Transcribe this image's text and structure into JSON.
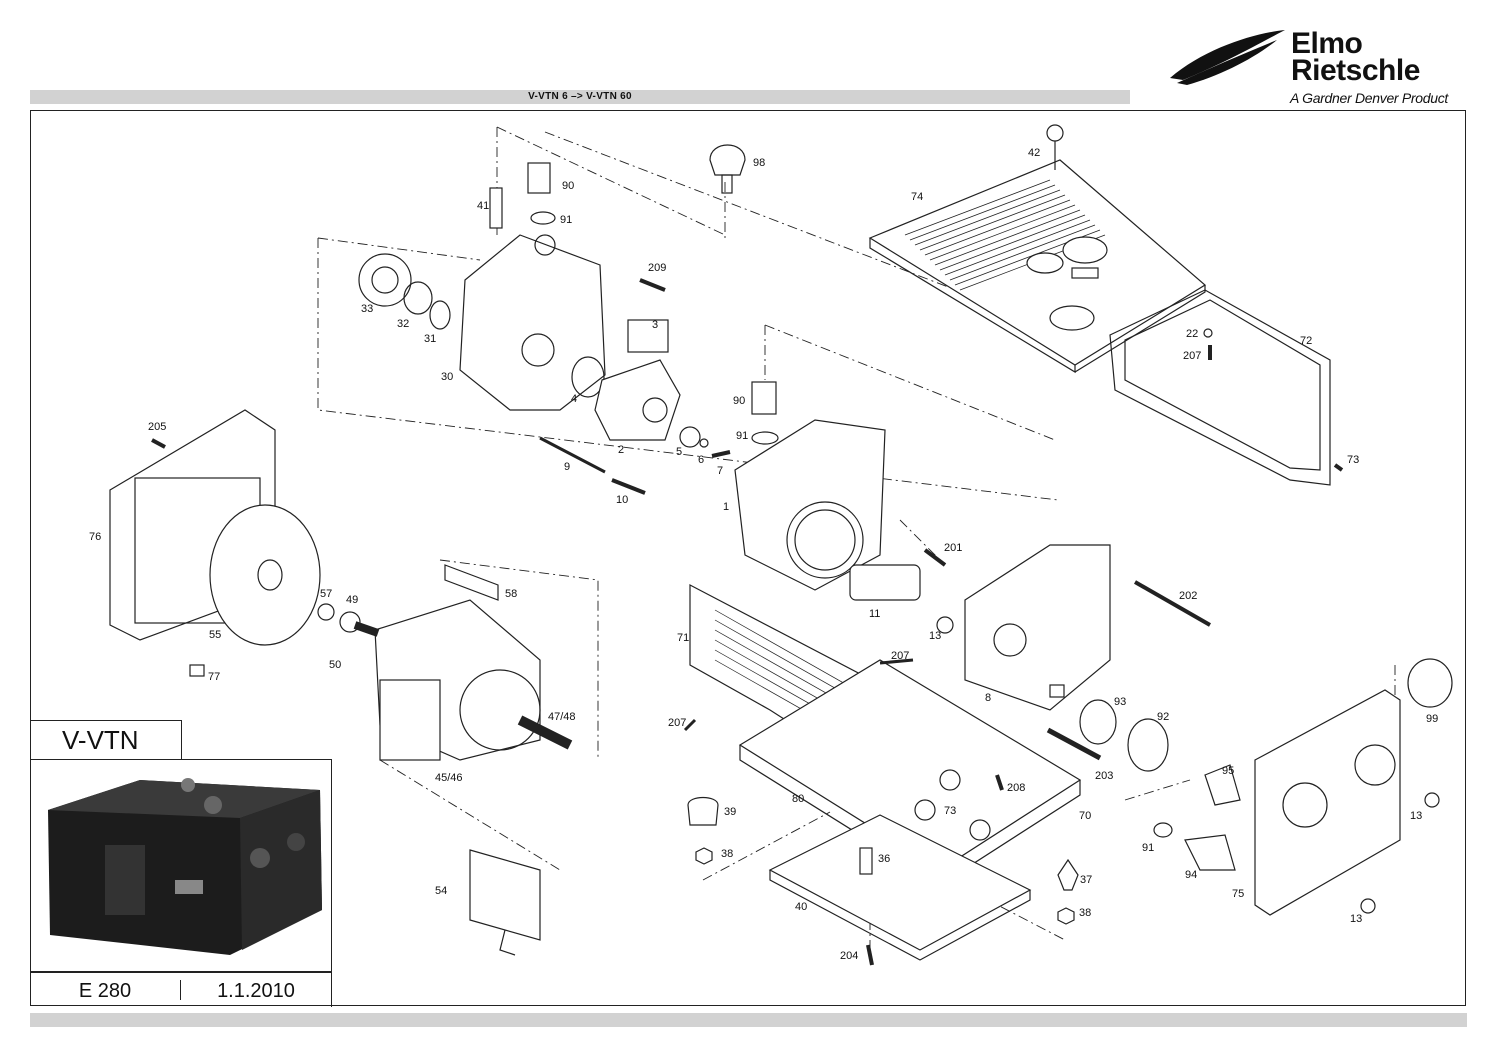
{
  "header": {
    "title": "V-VTN 6  –>  V-VTN 60"
  },
  "brand": {
    "line1": "Elmo",
    "line2": "Rietschle",
    "tagline": "A Gardner Denver Product"
  },
  "model_box": {
    "label": "V-VTN"
  },
  "footer_box": {
    "code": "E 280",
    "date": "1.1.2010"
  },
  "parts": [
    {
      "id": "p98",
      "label": "98"
    },
    {
      "id": "p42",
      "label": "42"
    },
    {
      "id": "p90a",
      "label": "90"
    },
    {
      "id": "p41",
      "label": "41"
    },
    {
      "id": "p91a",
      "label": "91"
    },
    {
      "id": "p74",
      "label": "74"
    },
    {
      "id": "p209",
      "label": "209"
    },
    {
      "id": "p33",
      "label": "33"
    },
    {
      "id": "p32",
      "label": "32"
    },
    {
      "id": "p3",
      "label": "3"
    },
    {
      "id": "p31",
      "label": "31"
    },
    {
      "id": "p22",
      "label": "22"
    },
    {
      "id": "p72",
      "label": "72"
    },
    {
      "id": "p207a",
      "label": "207"
    },
    {
      "id": "p30",
      "label": "30"
    },
    {
      "id": "p90b",
      "label": "90"
    },
    {
      "id": "p4",
      "label": "4"
    },
    {
      "id": "p205",
      "label": "205"
    },
    {
      "id": "p91b",
      "label": "91"
    },
    {
      "id": "p2",
      "label": "2"
    },
    {
      "id": "p5",
      "label": "5"
    },
    {
      "id": "p6",
      "label": "6"
    },
    {
      "id": "p7",
      "label": "7"
    },
    {
      "id": "p73a",
      "label": "73"
    },
    {
      "id": "p9",
      "label": "9"
    },
    {
      "id": "p10",
      "label": "10"
    },
    {
      "id": "p1",
      "label": "1"
    },
    {
      "id": "p76",
      "label": "76"
    },
    {
      "id": "p201",
      "label": "201"
    },
    {
      "id": "p58",
      "label": "58"
    },
    {
      "id": "p202",
      "label": "202"
    },
    {
      "id": "p57",
      "label": "57"
    },
    {
      "id": "p49",
      "label": "49"
    },
    {
      "id": "p11",
      "label": "11"
    },
    {
      "id": "p13a",
      "label": "13"
    },
    {
      "id": "p55",
      "label": "55"
    },
    {
      "id": "p71",
      "label": "71"
    },
    {
      "id": "p50",
      "label": "50"
    },
    {
      "id": "p207b",
      "label": "207"
    },
    {
      "id": "p77",
      "label": "77"
    },
    {
      "id": "p8",
      "label": "8"
    },
    {
      "id": "p99",
      "label": "99"
    },
    {
      "id": "p93",
      "label": "93"
    },
    {
      "id": "p47",
      "label": "47/48"
    },
    {
      "id": "p207c",
      "label": "207"
    },
    {
      "id": "p92",
      "label": "92"
    },
    {
      "id": "p203",
      "label": "203"
    },
    {
      "id": "p95",
      "label": "95"
    },
    {
      "id": "p45",
      "label": "45/46"
    },
    {
      "id": "p208",
      "label": "208"
    },
    {
      "id": "p80",
      "label": "80"
    },
    {
      "id": "p73b",
      "label": "73"
    },
    {
      "id": "p39",
      "label": "39"
    },
    {
      "id": "p70",
      "label": "70"
    },
    {
      "id": "p13b",
      "label": "13"
    },
    {
      "id": "p91c",
      "label": "91"
    },
    {
      "id": "p38a",
      "label": "38"
    },
    {
      "id": "p36",
      "label": "36"
    },
    {
      "id": "p94",
      "label": "94"
    },
    {
      "id": "p75",
      "label": "75"
    },
    {
      "id": "p54",
      "label": "54"
    },
    {
      "id": "p37",
      "label": "37"
    },
    {
      "id": "p40",
      "label": "40"
    },
    {
      "id": "p38b",
      "label": "38"
    },
    {
      "id": "p13c",
      "label": "13"
    },
    {
      "id": "p204",
      "label": "204"
    }
  ]
}
